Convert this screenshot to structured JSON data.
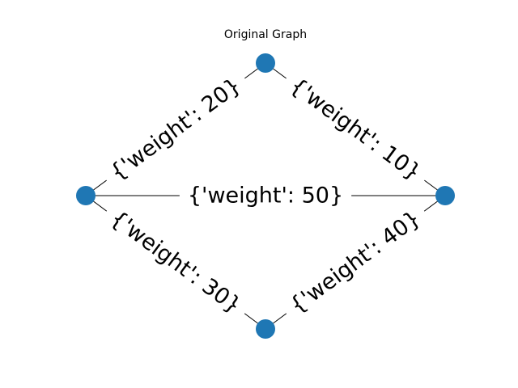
{
  "title": "Original Graph",
  "colors": {
    "node": "#1f77b4",
    "edge": "#000000",
    "background": "#ffffff"
  },
  "graph": {
    "nodes": [
      {
        "id": "top"
      },
      {
        "id": "left"
      },
      {
        "id": "right"
      },
      {
        "id": "bottom"
      }
    ],
    "edges": [
      {
        "source": "left",
        "target": "top",
        "label": "{'weight': 20}"
      },
      {
        "source": "top",
        "target": "right",
        "label": "{'weight': 10}"
      },
      {
        "source": "left",
        "target": "right",
        "label": "{'weight': 50}"
      },
      {
        "source": "left",
        "target": "bottom",
        "label": "{'weight': 30}"
      },
      {
        "source": "bottom",
        "target": "right",
        "label": "{'weight': 40}"
      }
    ]
  }
}
